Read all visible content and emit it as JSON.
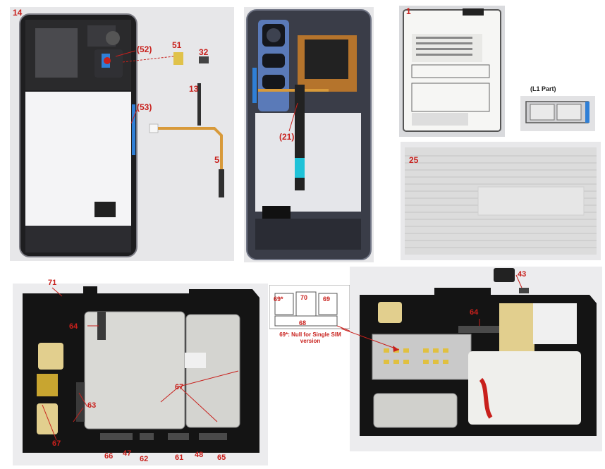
{
  "panels": {
    "frame": {
      "labels": {
        "n14": "14",
        "n52": "(52)",
        "n51": "51",
        "n32": "32",
        "n13": "13",
        "n53": "(53)",
        "n5": "5"
      }
    },
    "rear": {
      "labels": {
        "n21": "(21)"
      }
    },
    "battery": {
      "labels": {
        "n1": "1"
      }
    },
    "sim_tray": {
      "labels": {
        "part": "(L1 Part)"
      }
    },
    "film": {
      "labels": {
        "n25": "25"
      }
    },
    "board_front": {
      "labels": {
        "n71": "71",
        "n64": "64",
        "n63": "63",
        "n67a": "67",
        "n67b": "67",
        "n66": "66",
        "n47": "47",
        "n62": "62",
        "n61": "61",
        "n48": "48",
        "n65": "65"
      }
    },
    "sim_diagram": {
      "labels": {
        "n69star": "69*",
        "n70": "70",
        "n69": "69",
        "n68": "68",
        "note": "69*: Null for Single SIM version"
      }
    },
    "board_back": {
      "labels": {
        "n43": "43",
        "n64": "64"
      }
    }
  },
  "colors": {
    "label_red": "#c8201c",
    "pcb_black": "#141414",
    "shield_gold": "#e2cf8e",
    "flex_orange": "#d89a3a",
    "blue_accent": "#2f7fd6"
  }
}
